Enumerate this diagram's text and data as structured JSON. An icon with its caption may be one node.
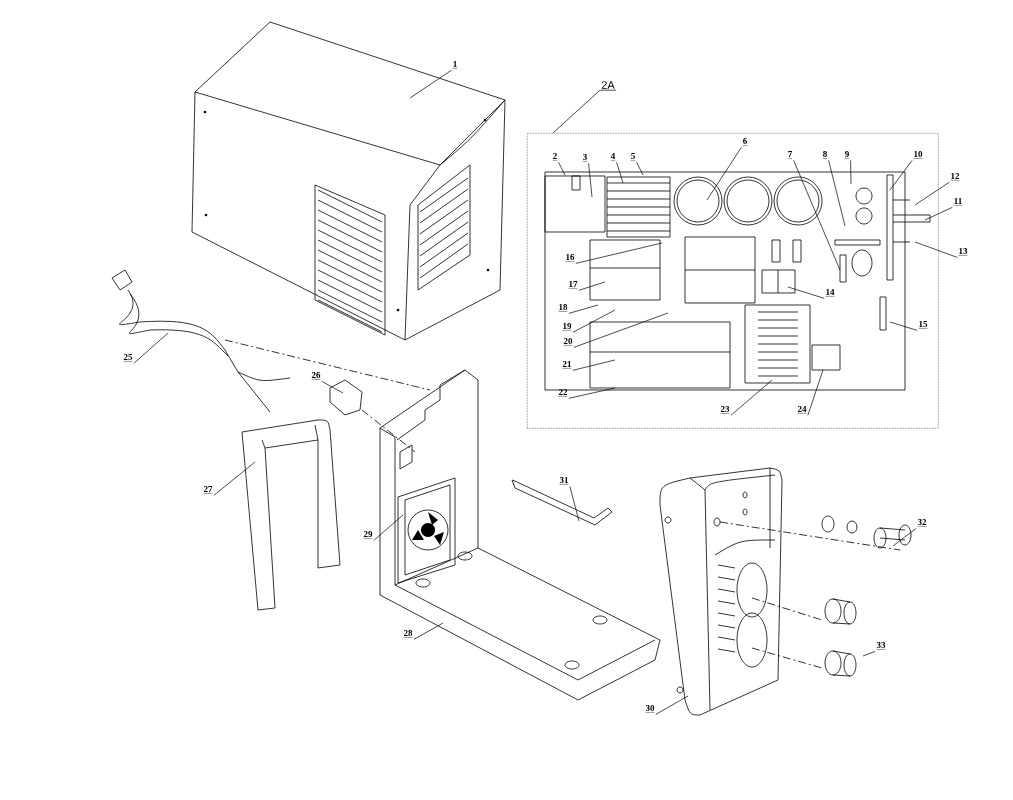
{
  "diagram": {
    "nodes": [
      {
        "text": [
          "1"
        ]
      },
      {
        "text": [
          "2A"
        ]
      },
      {
        "text": [],
        "shape": "box"
      },
      {
        "text": [
          "2"
        ],
        "in": 2
      },
      {
        "text": [
          "3"
        ],
        "in": 2
      },
      {
        "text": [
          "4"
        ],
        "in": 2
      },
      {
        "text": [
          "5"
        ],
        "in": 2
      },
      {
        "text": [
          "6"
        ],
        "in": 2
      },
      {
        "text": [
          "7"
        ],
        "in": 2
      },
      {
        "text": [
          "8"
        ],
        "in": 2
      },
      {
        "text": [
          "9"
        ],
        "in": 2
      },
      {
        "text": [
          "10"
        ],
        "in": 2
      },
      {
        "text": [
          "12"
        ]
      },
      {
        "text": [
          "11"
        ]
      },
      {
        "text": [
          "16"
        ],
        "in": 2
      },
      {
        "text": [
          "13"
        ]
      },
      {
        "text": [
          "14"
        ],
        "in": 2
      },
      {
        "text": [
          "17"
        ],
        "in": 2
      },
      {
        "text": [
          "18"
        ],
        "in": 2
      },
      {
        "text": [
          "19"
        ],
        "in": 2
      },
      {
        "text": [
          "15"
        ],
        "in": 2
      },
      {
        "text": [
          "20"
        ],
        "in": 2
      },
      {
        "text": [
          "21"
        ],
        "in": 2
      },
      {
        "text": [
          "22"
        ],
        "in": 2
      },
      {
        "text": [
          "23"
        ],
        "in": 2
      },
      {
        "text": [
          "24"
        ],
        "in": 2
      },
      {
        "text": [
          "25"
        ]
      },
      {
        "text": [
          "26"
        ]
      },
      {
        "text": [
          "27"
        ]
      },
      {
        "text": [
          "29"
        ]
      },
      {
        "text": [
          "31"
        ]
      },
      {
        "text": [
          "32"
        ]
      },
      {
        "text": [
          "28"
        ]
      },
      {
        "text": [
          "33"
        ]
      },
      {
        "text": [
          "30"
        ]
      }
    ],
    "edges": [
      {
        "from": 0,
        "to": null,
        "arrow": "none"
      },
      {
        "from": 1,
        "to": 2,
        "arrow": "none"
      },
      {
        "from": 3,
        "to": null,
        "arrow": "none"
      },
      {
        "from": 4,
        "to": null,
        "arrow": "none"
      },
      {
        "from": 5,
        "to": null,
        "arrow": "none"
      },
      {
        "from": 6,
        "to": null,
        "arrow": "none"
      },
      {
        "from": 7,
        "to": null,
        "arrow": "none"
      },
      {
        "from": 8,
        "to": null,
        "arrow": "none"
      },
      {
        "from": 9,
        "to": null,
        "arrow": "none"
      },
      {
        "from": 10,
        "to": null,
        "arrow": "none"
      },
      {
        "from": 11,
        "to": null,
        "arrow": "none"
      },
      {
        "from": 12,
        "to": null,
        "arrow": "none"
      },
      {
        "from": 13,
        "to": null,
        "arrow": "none"
      },
      {
        "from": 14,
        "to": null,
        "arrow": "none"
      },
      {
        "from": 15,
        "to": null,
        "arrow": "none"
      },
      {
        "from": 16,
        "to": null,
        "arrow": "none"
      },
      {
        "from": 17,
        "to": null,
        "arrow": "none"
      },
      {
        "from": 18,
        "to": null,
        "arrow": "none"
      },
      {
        "from": 19,
        "to": null,
        "arrow": "none"
      },
      {
        "from": 20,
        "to": null,
        "arrow": "none"
      },
      {
        "from": 21,
        "to": null,
        "arrow": "none"
      },
      {
        "from": 22,
        "to": null,
        "arrow": "none"
      },
      {
        "from": 23,
        "to": null,
        "arrow": "none"
      },
      {
        "from": 24,
        "to": null,
        "arrow": "none"
      },
      {
        "from": 25,
        "to": null,
        "arrow": "none"
      },
      {
        "from": 26,
        "to": null,
        "arrow": "none"
      },
      {
        "from": 27,
        "to": null,
        "arrow": "none"
      },
      {
        "from": 28,
        "to": null,
        "arrow": "none"
      },
      {
        "from": 29,
        "to": null,
        "arrow": "none"
      },
      {
        "from": 30,
        "to": null,
        "arrow": "none"
      },
      {
        "from": 31,
        "to": null,
        "arrow": "none"
      },
      {
        "from": 32,
        "to": null,
        "arrow": "none"
      },
      {
        "from": 33,
        "to": null,
        "arrow": "none"
      },
      {
        "from": 34,
        "to": null,
        "arrow": "none"
      }
    ]
  }
}
